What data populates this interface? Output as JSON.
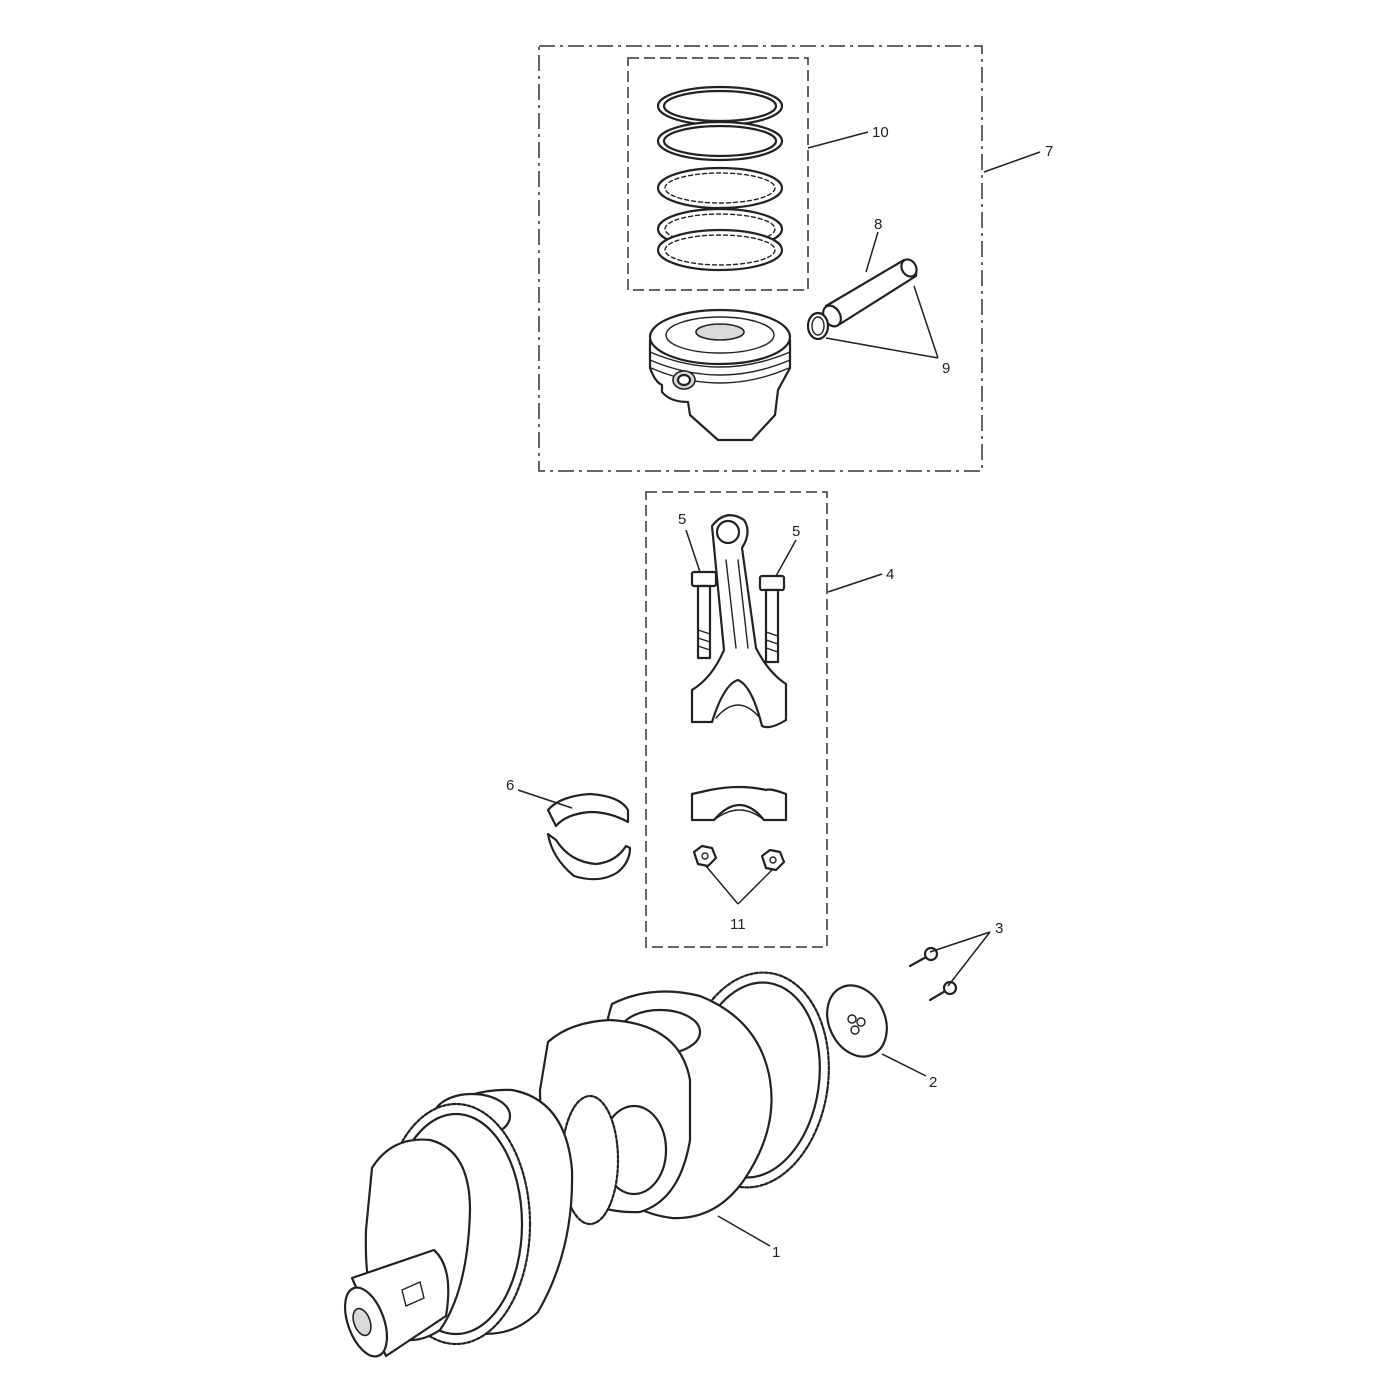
{
  "callouts": [
    {
      "id": "1",
      "label": "1"
    },
    {
      "id": "2",
      "label": "2"
    },
    {
      "id": "3",
      "label": "3"
    },
    {
      "id": "4",
      "label": "4"
    },
    {
      "id": "5a",
      "label": "5"
    },
    {
      "id": "5b",
      "label": "5"
    },
    {
      "id": "6",
      "label": "6"
    },
    {
      "id": "7",
      "label": "7"
    },
    {
      "id": "8",
      "label": "8"
    },
    {
      "id": "9",
      "label": "9"
    },
    {
      "id": "10",
      "label": "10"
    },
    {
      "id": "11",
      "label": "11"
    }
  ],
  "colors": {
    "line": "#222222",
    "background": "#ffffff",
    "shade": "#d9d9d9"
  }
}
